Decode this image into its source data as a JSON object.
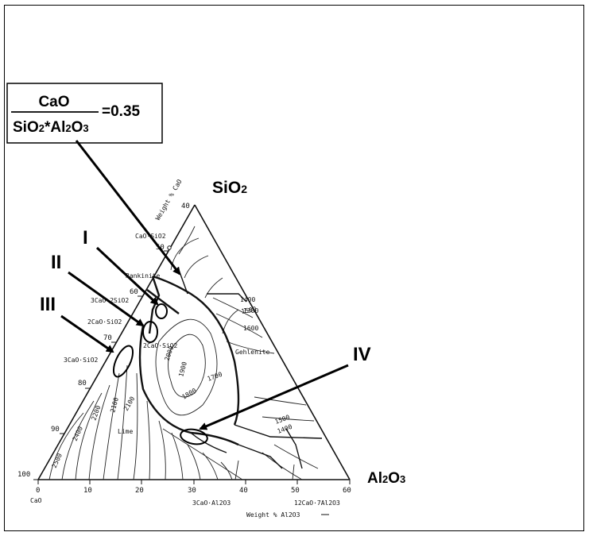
{
  "formula": {
    "numerator": "CaO",
    "denominator_parts": [
      "SiO",
      "2",
      "*Al",
      "2",
      "O",
      "3"
    ],
    "equals": "=0.35"
  },
  "apex_labels": {
    "sio2": [
      "SiO",
      "2"
    ],
    "al2o3": [
      "Al",
      "2",
      "O",
      "3"
    ]
  },
  "region_labels": [
    "I",
    "II",
    "III",
    "IV"
  ],
  "phases": {
    "cao_sio2": "CaO·SiO2",
    "rankinite": "Rankinite",
    "c3s2": "3CaO·2SiO2",
    "c2s": "2CaO·SiO2",
    "c2s_b": "2CaO·SiO2",
    "c3s": "3CaO·SiO2",
    "gehlenite": "Gehlenite",
    "lime": "Lime",
    "c3a": "3CaO·Al2O3",
    "c12a7": "12CaO·7Al2O3"
  },
  "axis": {
    "left_ticks": [
      "100",
      "90",
      "80",
      "70",
      "60",
      "50",
      "40"
    ],
    "bottom_ticks": [
      "0",
      "10",
      "20",
      "30",
      "40",
      "50",
      "60"
    ],
    "bottom_origin": "CaO",
    "left_title": "Weight % CaO",
    "bottom_title": "Weight % Al2O3"
  },
  "isotherms": [
    "2500",
    "2400",
    "2200",
    "2100",
    "2000",
    "1900",
    "1800",
    "1700",
    "1600",
    "1500",
    "1400",
    "1300",
    "1500",
    "1400",
    "2100"
  ]
}
